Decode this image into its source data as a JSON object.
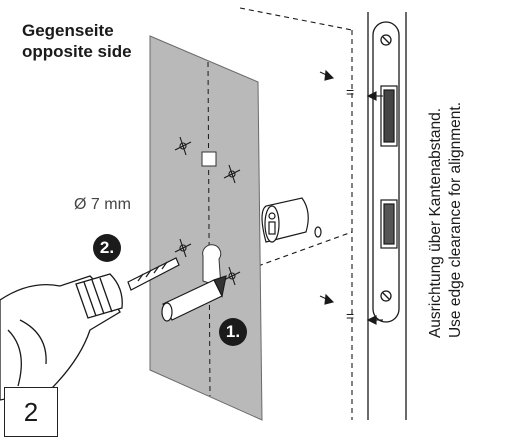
{
  "labels": {
    "opposite_side_de": "Gegenseite",
    "opposite_side_en": "opposite side",
    "drill_diameter": "Ø 7 mm",
    "step_number": "2",
    "badge_drill": "2.",
    "badge_mark": "1.",
    "alignment_de": "Ausrichtung über Kantenabstand.",
    "alignment_en": "Use edge clearance for alignment.",
    "equal_mark_top": "=",
    "equal_mark_bottom": "="
  },
  "colors": {
    "template_fill": "#b9b9b9",
    "line": "#1a1a1a",
    "badge": "#1b1b1b"
  }
}
